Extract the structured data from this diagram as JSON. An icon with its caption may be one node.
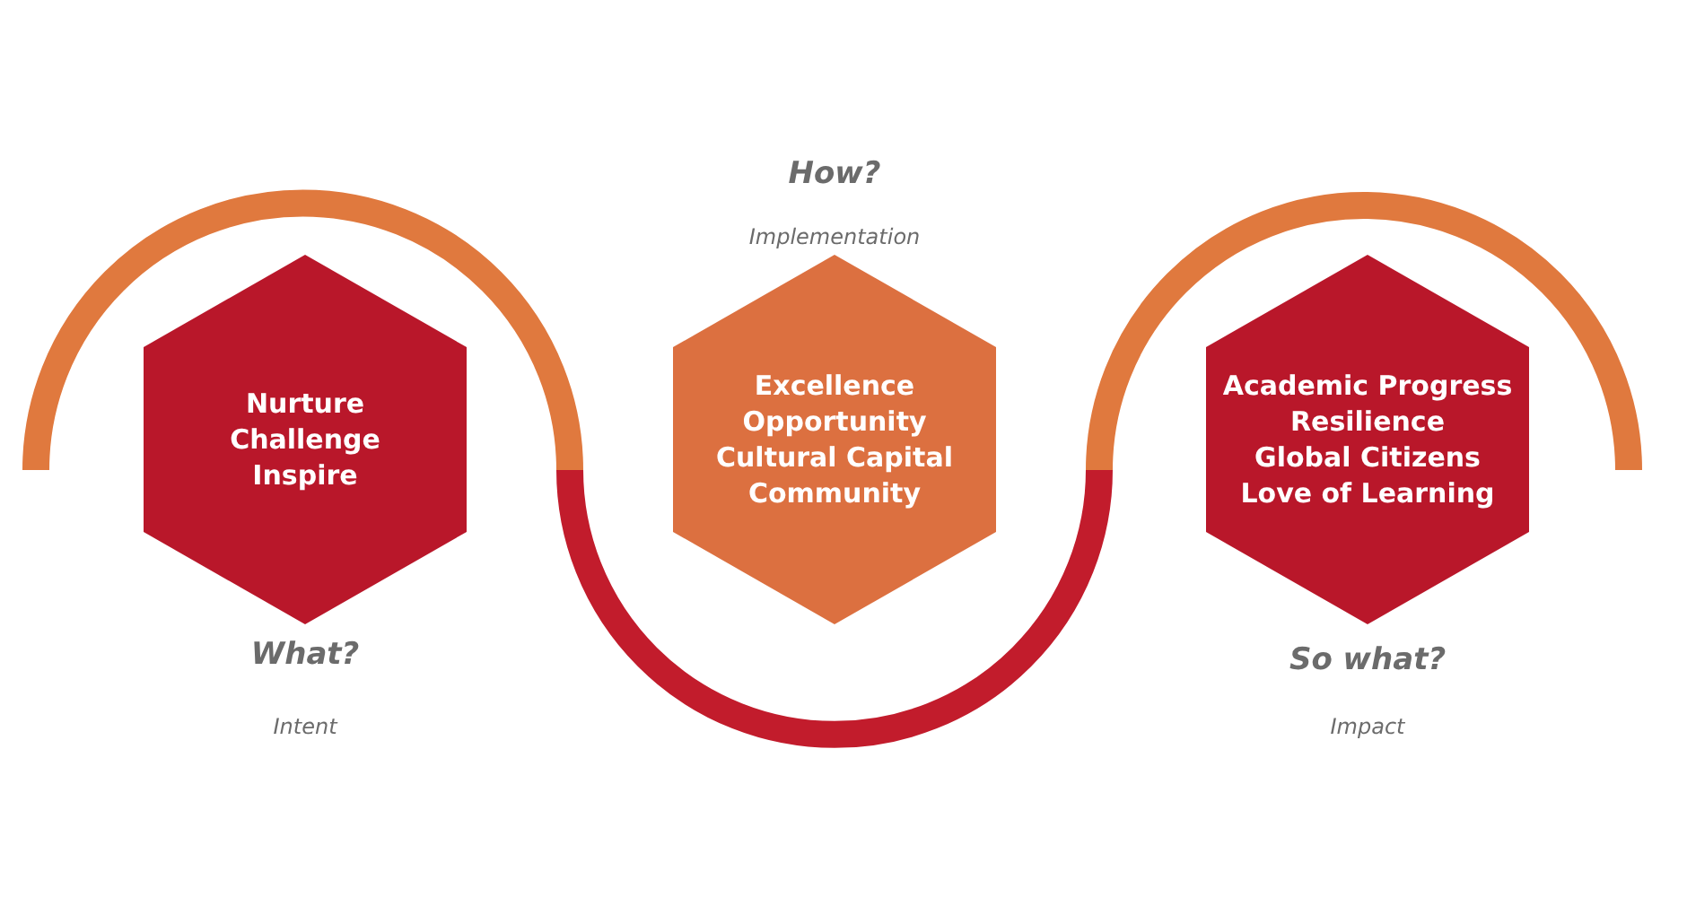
{
  "diagram": {
    "nodes": [
      {
        "text": [
          "Nurture",
          "Challenge",
          "Inspire"
        ],
        "beside": [
          "What?",
          "Intent"
        ]
      },
      {
        "text": [
          "Excellence",
          "Opportunity",
          "Cultural Capital",
          "Community"
        ],
        "beside": [
          "How?",
          "Implementation"
        ]
      },
      {
        "text": [
          "Academic Progress",
          "Resilience",
          "Global Citizens",
          "Love of Learning"
        ],
        "beside": [
          "So what?",
          "Impact"
        ]
      }
    ]
  }
}
